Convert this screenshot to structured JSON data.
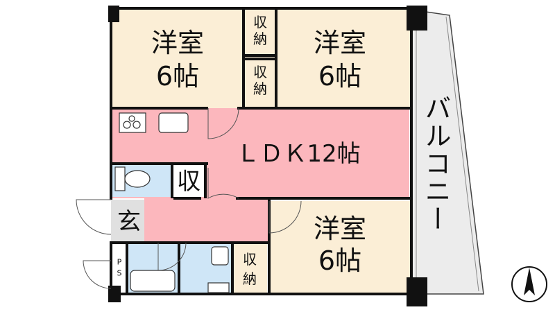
{
  "rooms": {
    "bedroom_top_left": {
      "name": "洋室",
      "size": "6帖"
    },
    "bedroom_top_right": {
      "name": "洋室",
      "size": "6帖"
    },
    "bedroom_bottom": {
      "name": "洋室",
      "size": "6帖"
    },
    "ldk": {
      "label": "ＬＤＫ12帖"
    },
    "storage_top_upper": {
      "line1": "収",
      "line2": "納"
    },
    "storage_top_lower": {
      "line1": "収",
      "line2": "納"
    },
    "storage_bottom": {
      "line1": "収",
      "line2": "納"
    },
    "storage_small": {
      "label": "収"
    },
    "entrance": {
      "label": "玄"
    },
    "ps": {
      "line1": "P",
      "line2": "S"
    },
    "balcony": {
      "label": "バルコニー"
    }
  },
  "colors": {
    "bedroom": "#fbeed6",
    "ldk": "#fcb7bd",
    "wet": "#cfe6f7",
    "wall": "#111111",
    "balcony": "#ececec"
  },
  "icons": [
    "compass-north-icon",
    "stove-icon",
    "sink-icon",
    "toilet-icon",
    "bathtub-icon",
    "washbasin-icon"
  ]
}
